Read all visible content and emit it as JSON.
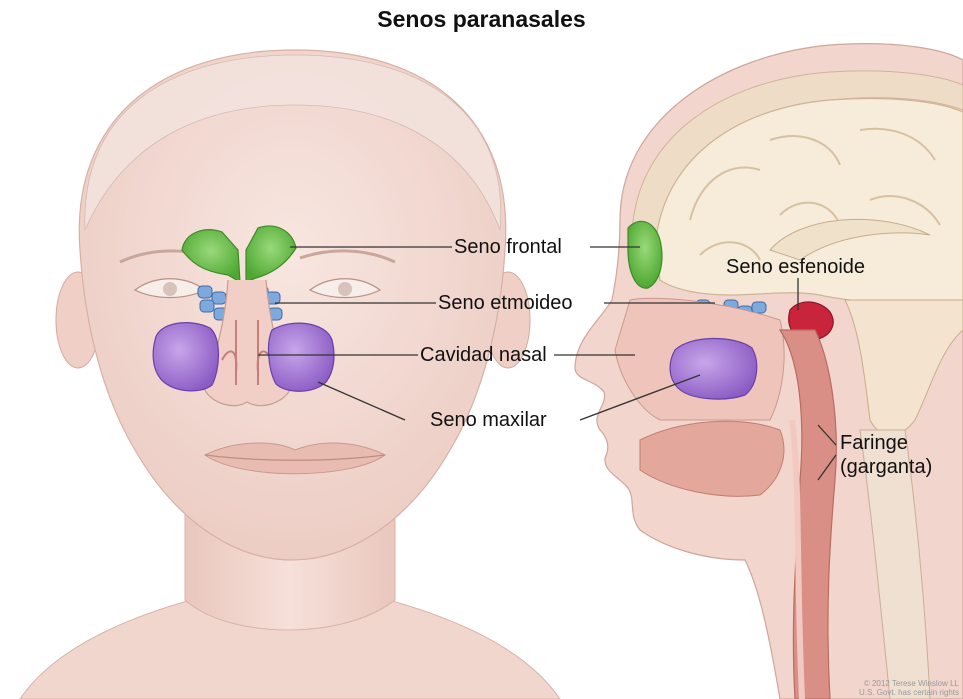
{
  "title": "Senos paranasales",
  "labels": {
    "frontal": "Seno frontal",
    "ethmoid": "Seno etmoideo",
    "nasal_cavity": "Cavidad nasal",
    "maxillary": "Seno maxilar",
    "sphenoid": "Seno esfenoide",
    "pharynx_line1": "Faringe",
    "pharynx_line2": "(garganta)"
  },
  "credit": {
    "line1": "© 2012 Terese Winslow LL",
    "line2": "U.S. Govt. has certain rights"
  },
  "colors": {
    "skin": "#f3d9d2",
    "frontal_sinus": "#5fbf3f",
    "ethmoid_sinus": "#6f9fd8",
    "maxillary_sinus": "#9b6fd0",
    "sphenoid_sinus": "#c8243c",
    "brain": "#f6ead8",
    "pharynx": "#d98f86"
  }
}
